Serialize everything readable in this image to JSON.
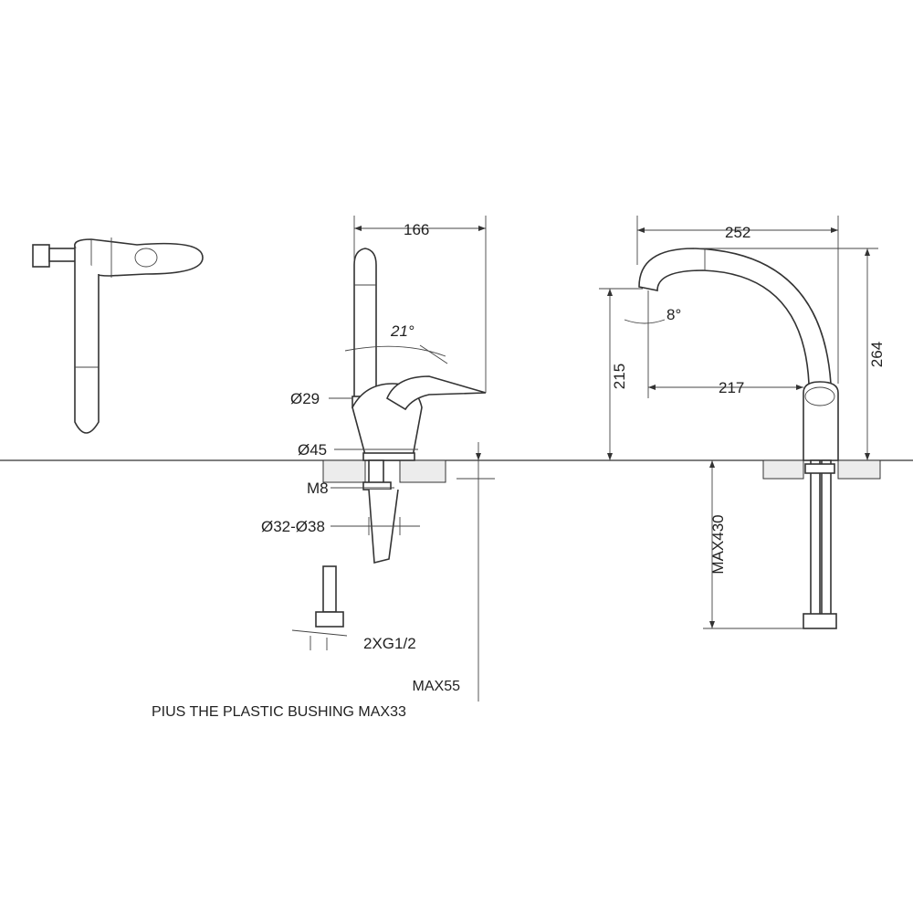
{
  "dimensions": {
    "top_width": "166",
    "angle_handle": "21°",
    "dia_29": "Ø29",
    "dia_45": "Ø45",
    "thread_m8": "M8",
    "hole_range": "Ø32-Ø38",
    "connection": "2XG1/2",
    "spout_reach": "252",
    "spout_angle": "8°",
    "spout_height": "215",
    "total_height": "264",
    "spout_outlet_dist": "217",
    "hose_length": "MAX430"
  },
  "notes": {
    "max_thickness": "MAX55",
    "bushing_note": "PIUS THE PLASTIC BUSHING MAX33"
  },
  "colors": {
    "line": "#333333",
    "background": "#ffffff"
  }
}
